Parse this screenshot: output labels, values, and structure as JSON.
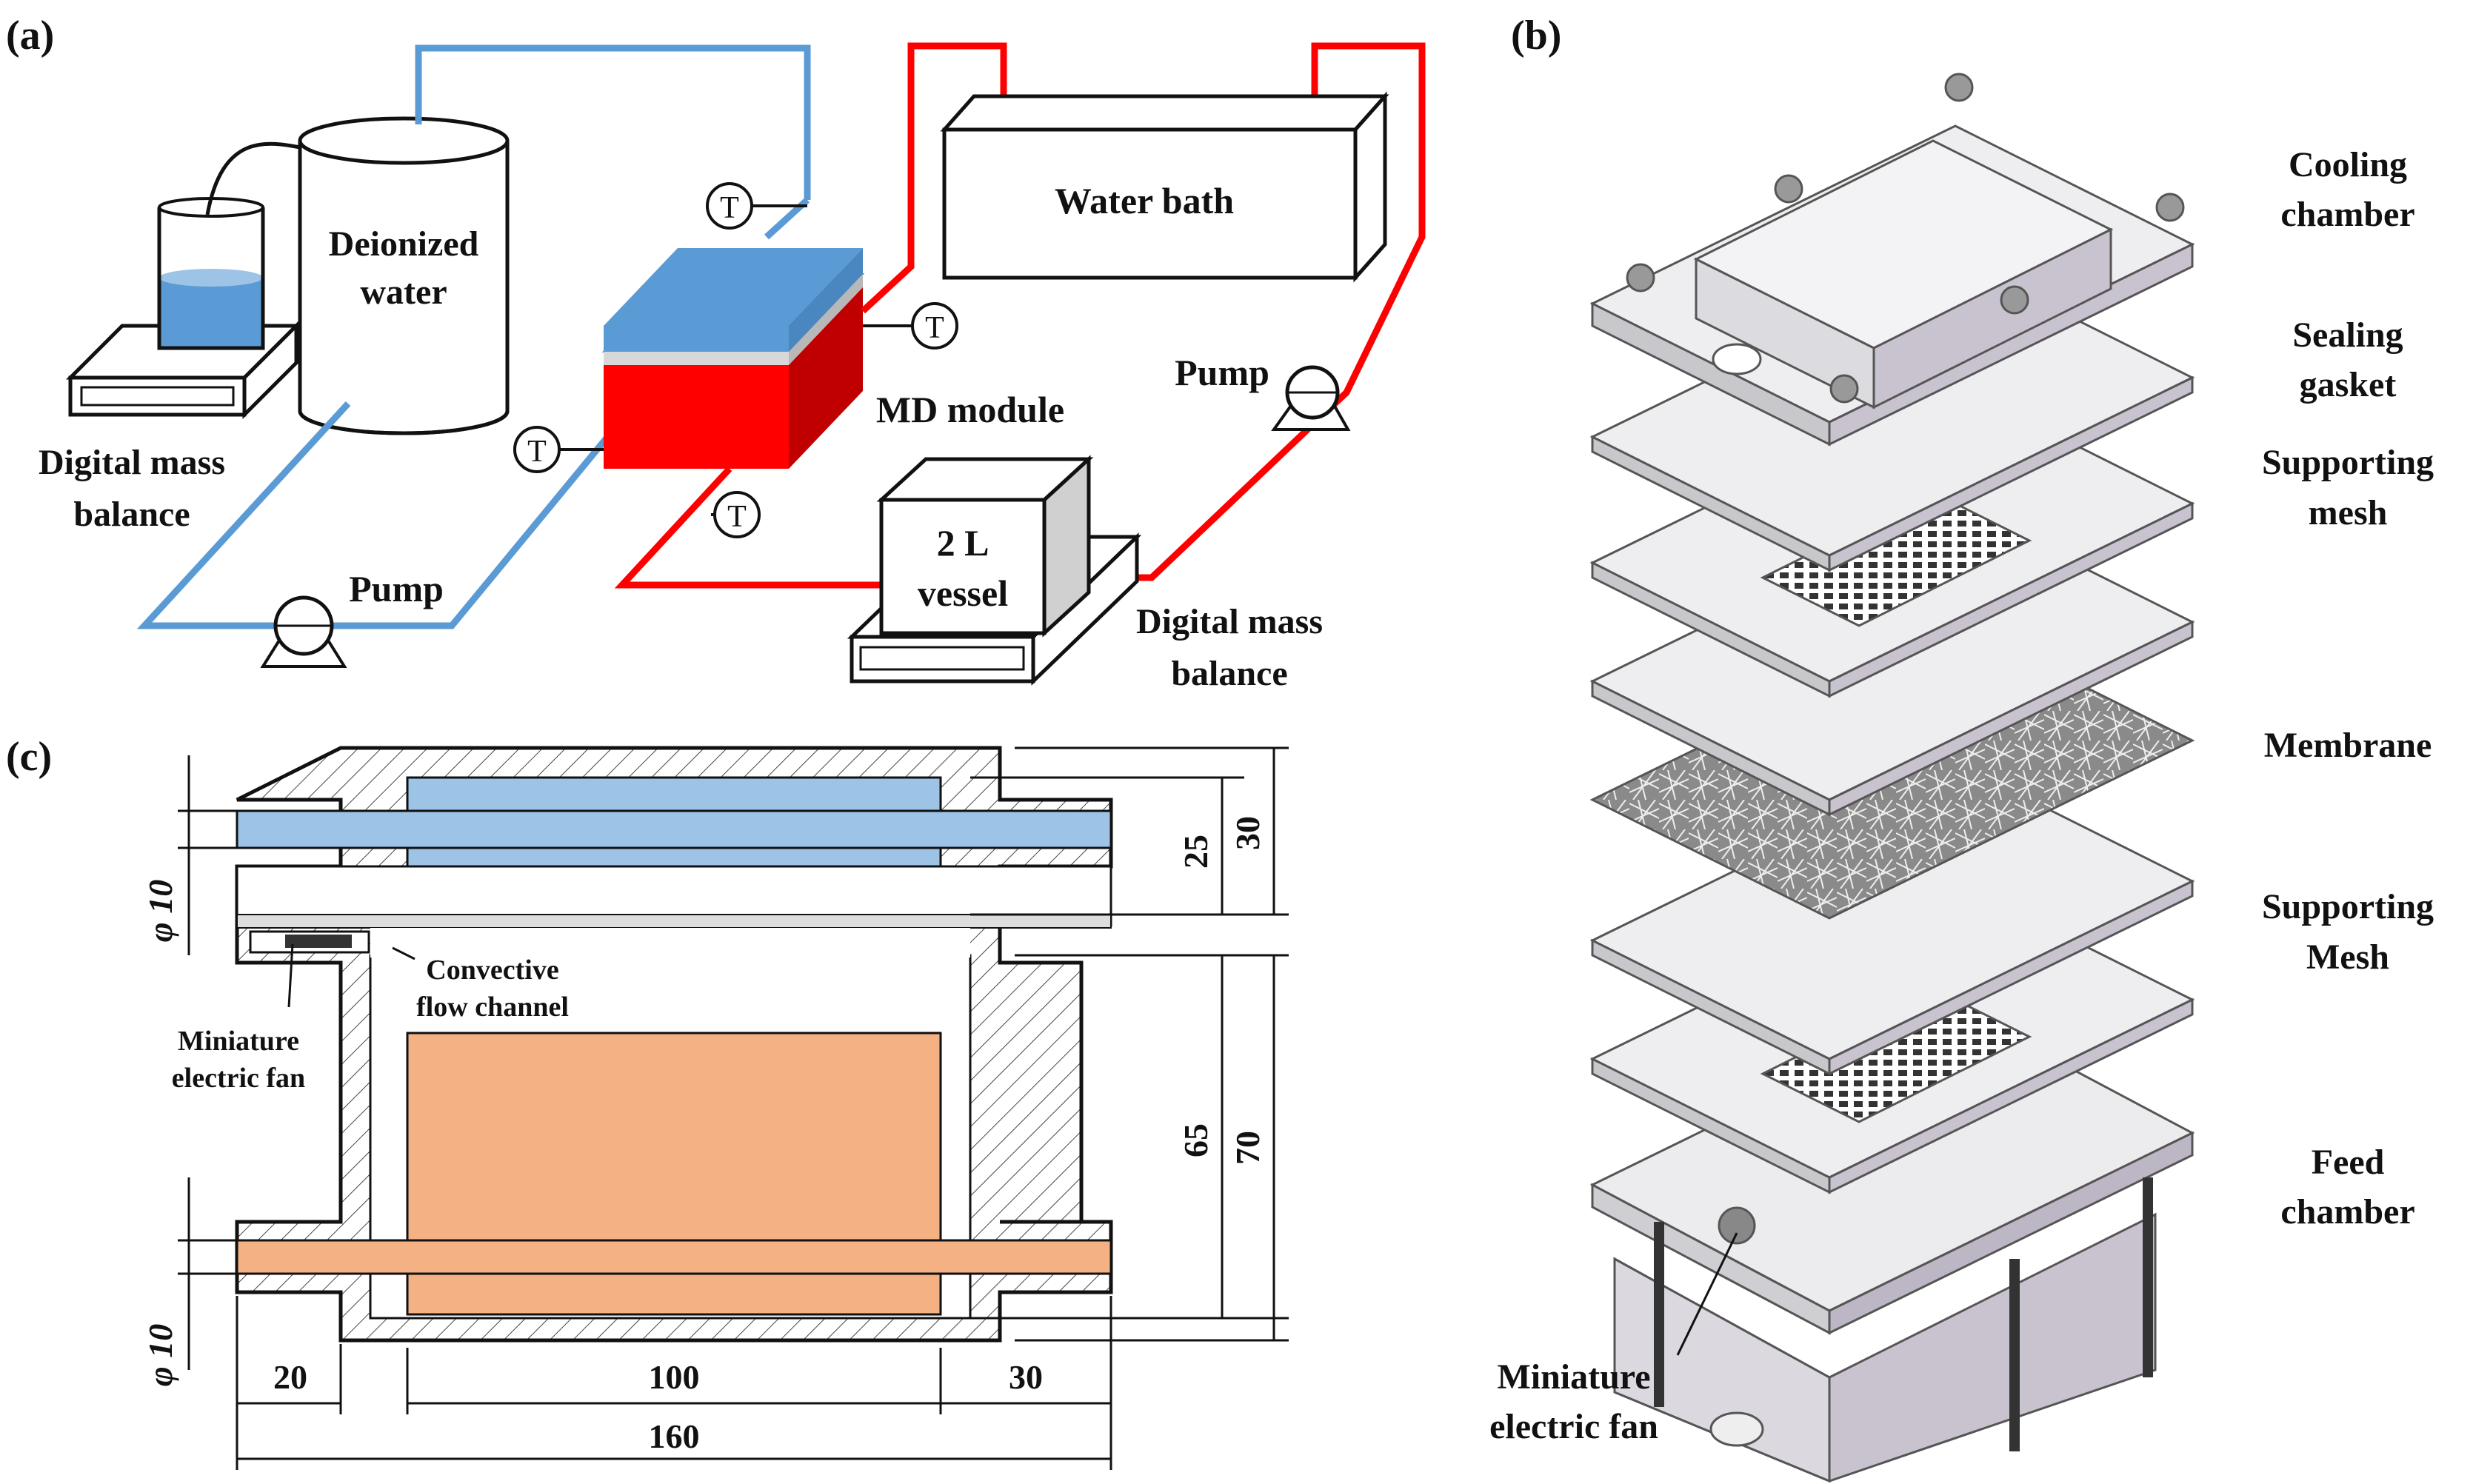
{
  "panel_a": {
    "tag": "(a)",
    "deionized": [
      "Deionized",
      "water"
    ],
    "balance_left": [
      "Digital mass",
      "balance"
    ],
    "pump_left": "Pump",
    "md_module": "MD module",
    "water_bath": "Water bath",
    "pump_right": "Pump",
    "vessel": [
      "2 L",
      "vessel"
    ],
    "balance_right": [
      "Digital mass",
      "balance"
    ],
    "thermo": "T"
  },
  "panel_b": {
    "tag": "(b)",
    "cooling": [
      "Cooling",
      "chamber"
    ],
    "sealing": [
      "Sealing",
      "gasket"
    ],
    "support1": [
      "Supporting",
      "mesh"
    ],
    "membrane": "Membrane",
    "support2": [
      "Supporting",
      "Mesh"
    ],
    "feed": [
      "Feed",
      "chamber"
    ],
    "fan": [
      "Miniature",
      "electric fan"
    ]
  },
  "panel_c": {
    "tag": "(c)",
    "phi_top": "φ 10",
    "phi_bottom": "φ 10",
    "convective": [
      "Convective",
      "flow channel"
    ],
    "fan": [
      "Miniature",
      "electric fan"
    ],
    "d25": "25",
    "d30": "30",
    "d65": "65",
    "d70": "70",
    "d20": "20",
    "d100": "100",
    "d30b": "30",
    "d160": "160"
  },
  "colors": {
    "cold": "#5b9bd5",
    "cold_fill": "#9dc3e6",
    "hot": "#ff0000",
    "hot_fill": "#f4b183",
    "plate": "#c9c3cf"
  }
}
